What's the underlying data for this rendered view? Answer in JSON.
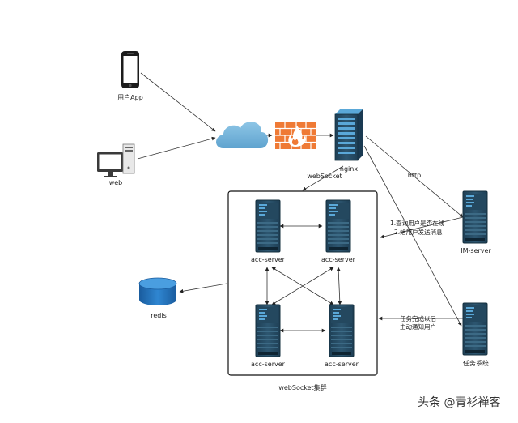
{
  "nodes": {
    "phone": "用户App",
    "web": "web",
    "nginx": "nginx",
    "acc_tl": "acc-server",
    "acc_tr": "acc-server",
    "acc_bl": "acc-server",
    "acc_br": "acc-server",
    "redis": "redis",
    "im": "IM-server",
    "task": "任务系统"
  },
  "edges": {
    "websocket": "webSocket",
    "http": "http",
    "im_note_1": "1.查询用户是否在线",
    "im_note_2": "2.给用户发送消息",
    "task_note_1": "任务完成以后",
    "task_note_2": "主动通知用户"
  },
  "cluster": {
    "label": "webSocket集群"
  },
  "watermark": "头条 @青衫禅客"
}
